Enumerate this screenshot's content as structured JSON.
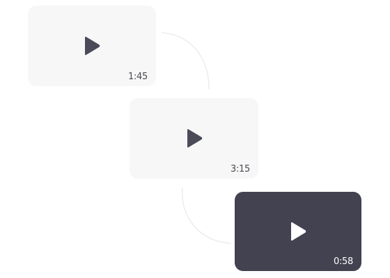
{
  "colors": {
    "card_light": "#f7f7f7",
    "card_dark": "#424250",
    "icon_dark": "#4a4a58",
    "icon_light": "#ffffff",
    "connector": "#ececec"
  },
  "videos": [
    {
      "duration": "1:45",
      "icon": "play-icon",
      "theme": "light"
    },
    {
      "duration": "3:15",
      "icon": "play-icon",
      "theme": "light"
    },
    {
      "duration": "0:58",
      "icon": "play-icon",
      "theme": "dark"
    }
  ]
}
